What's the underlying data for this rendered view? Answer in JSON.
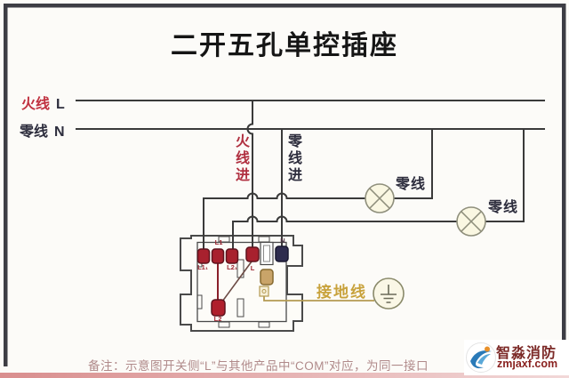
{
  "title": "二开五孔单控插座",
  "wires": {
    "live_label": "火线",
    "live_letter": "L",
    "neutral_label": "零线",
    "neutral_letter": "N",
    "live_in": "火线进",
    "neutral_in": "零线进",
    "lamp1_neutral": "零线",
    "lamp2_neutral": "零线",
    "ground_label": "接地线"
  },
  "device": {
    "terminal_labels": {
      "l1_top": "L1",
      "n": "N",
      "l1_1": "L1₁",
      "l2_1": "L2₁",
      "l_com": "L",
      "l2": "L2"
    }
  },
  "note": "备注：示意图开关侧“L”与其他产品中“COM”对应，为同一接口",
  "watermark": {
    "brand": "智淼消防",
    "site": "zmjaxf.com"
  },
  "colors": {
    "live_red": "#c03240",
    "neutral_dark": "#2d2d3d",
    "ground_gold": "#c8a23c",
    "wire_gray": "#3a3a3a",
    "terminal_red": "#a8212e",
    "terminal_navy": "#2e2c4e",
    "terminal_tan": "#c9a469",
    "note_pink": "#b08a8a",
    "brand_red": "#7c2a28"
  }
}
